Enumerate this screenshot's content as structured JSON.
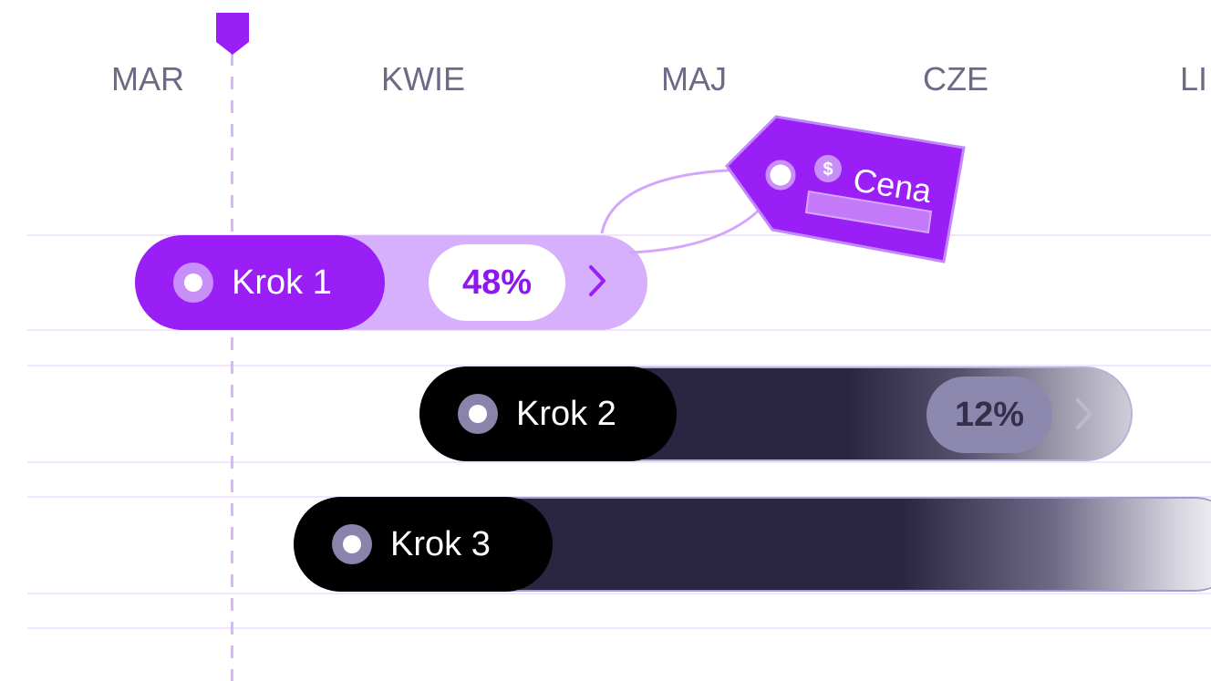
{
  "timeline": {
    "months": [
      "MAR",
      "KWIE",
      "MAJ",
      "CZE",
      "LI"
    ]
  },
  "steps": [
    {
      "label": "Krok 1",
      "progress_label": "48%",
      "progress": 48
    },
    {
      "label": "Krok 2",
      "progress_label": "12%",
      "progress": 12
    },
    {
      "label": "Krok 3"
    }
  ],
  "price_tag": {
    "label": "Cena",
    "currency_symbol": "$",
    "icon": "dollar-icon"
  },
  "colors": {
    "accent": "#9a1ff6",
    "accent_light": "#d6b0fc",
    "dark": "#2a2540",
    "month_text": "#6e6a86"
  }
}
